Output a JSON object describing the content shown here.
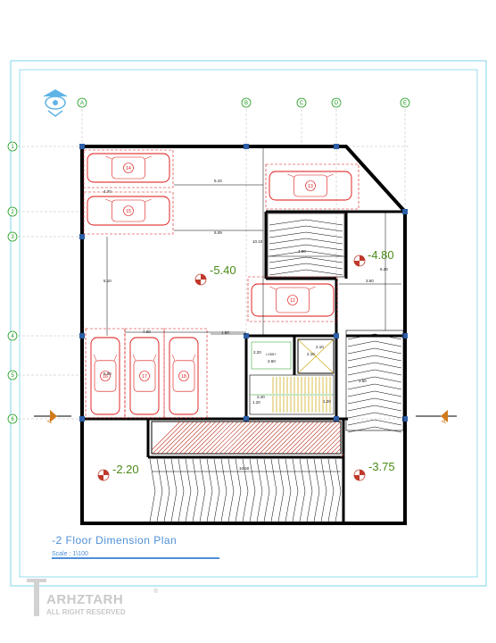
{
  "title": "-2 Floor Dimension Plan",
  "scale": "Scale : 1\\100",
  "brand": {
    "name": "ARHZTARH",
    "registered": "®",
    "tagline": "ALL RIGHT RESERVED"
  },
  "grid_columns": [
    "A",
    "B",
    "C",
    "D",
    "E"
  ],
  "grid_rows": [
    "1",
    "2",
    "3",
    "4",
    "5",
    "6"
  ],
  "section_marks": [
    "A",
    "A"
  ],
  "levels": {
    "main": "-5.40",
    "ramp_top": "-4.80",
    "left_bottom": "-2.20",
    "right_bottom": "-3.75"
  },
  "parking_spots": [
    "14",
    "15",
    "13",
    "12",
    "16",
    "17",
    "18"
  ],
  "dimensions": {
    "top_span": "5.10",
    "car_depth": "4.70",
    "mid_span": "5.09",
    "ramp_height": "10.10",
    "ramp_width": "4.00",
    "left_height": "5.10",
    "right_height": "6.20",
    "right_width": "3.50",
    "row_bays": "7.00",
    "corridor": "1.80",
    "bay_depth": "5.00",
    "lobby_width": "2.20",
    "lobby_depth": "2.60",
    "elevator_w": "2.10",
    "elevator_d": "2.10",
    "stair_w": "2.40",
    "stair_a": "1.20",
    "stair_b": "1.20",
    "side_ramp": "3.60",
    "bottom_span": "10.60"
  },
  "labels": {
    "lobby": "LOBBY"
  }
}
